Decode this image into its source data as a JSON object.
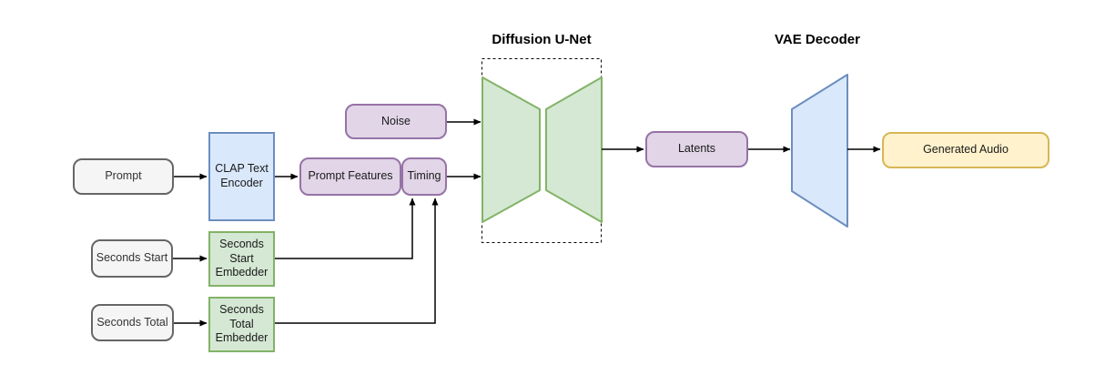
{
  "titles": {
    "diffusion_unet": "Diffusion U-Net",
    "vae_decoder": "VAE Decoder"
  },
  "nodes": {
    "prompt": {
      "label": "Prompt"
    },
    "clap_text_encoder": {
      "label": "CLAP Text Encoder"
    },
    "seconds_start": {
      "label": "Seconds Start"
    },
    "seconds_start_embedder": {
      "label": "Seconds Start Embedder"
    },
    "seconds_total": {
      "label": "Seconds Total"
    },
    "seconds_total_embedder": {
      "label": "Seconds Total Embedder"
    },
    "noise": {
      "label": "Noise"
    },
    "prompt_features": {
      "label": "Prompt Features"
    },
    "timing": {
      "label": "Timing"
    },
    "latents": {
      "label": "Latents"
    },
    "generated_audio": {
      "label": "Generated Audio"
    }
  },
  "edges": [
    {
      "from": "Prompt",
      "to": "CLAP Text Encoder"
    },
    {
      "from": "CLAP Text Encoder",
      "to": "Prompt Features"
    },
    {
      "from": "Seconds Start",
      "to": "Seconds Start Embedder"
    },
    {
      "from": "Seconds Start Embedder",
      "to": "Timing"
    },
    {
      "from": "Seconds Total",
      "to": "Seconds Total Embedder"
    },
    {
      "from": "Seconds Total Embedder",
      "to": "Timing"
    },
    {
      "from": "Noise",
      "to": "Diffusion U-Net"
    },
    {
      "from": "Timing",
      "to": "Diffusion U-Net"
    },
    {
      "from": "Diffusion U-Net",
      "to": "Latents"
    },
    {
      "from": "Latents",
      "to": "VAE Decoder"
    },
    {
      "from": "VAE Decoder",
      "to": "Generated Audio"
    }
  ],
  "colors": {
    "gray_fill": "#f5f5f5",
    "gray_border": "#666666",
    "blue_fill": "#dae8fc",
    "blue_border": "#6c8ebf",
    "green_fill": "#d5e8d4",
    "green_border": "#82b366",
    "purple_fill": "#e1d5e7",
    "purple_border": "#9673a6",
    "yellow_fill": "#fff2cc",
    "yellow_border": "#d6b656",
    "arrow": "#000000",
    "text": "#1a1a1a"
  }
}
